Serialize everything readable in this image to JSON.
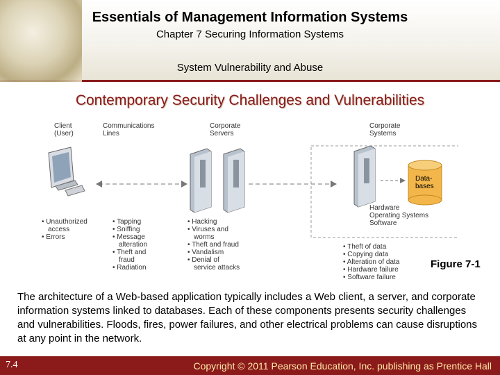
{
  "header": {
    "title": "Essentials of Management Information Systems",
    "chapter": "Chapter 7 Securing Information Systems",
    "section": "System Vulnerability and Abuse"
  },
  "slide_title": "Contemporary Security Challenges and Vulnerabilities",
  "diagram": {
    "client_label": [
      "Client",
      "(User)"
    ],
    "lines_label": [
      "Communications",
      "Lines"
    ],
    "servers_label": [
      "Corporate",
      "Servers"
    ],
    "systems_label": [
      "Corporate",
      "Systems"
    ],
    "databases_label": [
      "Data-",
      "bases"
    ],
    "hw_label": [
      "Hardware",
      "Operating Systems",
      "Software"
    ],
    "client_list": [
      "Unauthorized",
      "access",
      "Errors"
    ],
    "lines_list": [
      "Tapping",
      "Sniffing",
      "Message",
      "alteration",
      "Theft and",
      "fraud",
      "Radiation"
    ],
    "servers_list": [
      "Hacking",
      "Viruses and",
      "worms",
      "Theft and fraud",
      "Vandalism",
      "Denial of",
      "service attacks"
    ],
    "systems_list": [
      "Theft of data",
      "Copying data",
      "Alteration of data",
      "Hardware failure",
      "Software failure"
    ]
  },
  "figure_label": "Figure 7-1",
  "body_text": "The architecture of a Web-based application typically includes a Web client, a server, and corporate information systems linked to databases. Each of these components presents security challenges and vulnerabilities. Floods, fires, power failures, and other electrical problems can cause disruptions at any point in the network.",
  "footer": {
    "page": "7.4",
    "copyright": "Copyright © 2011 Pearson Education, Inc. publishing as Prentice Hall"
  }
}
